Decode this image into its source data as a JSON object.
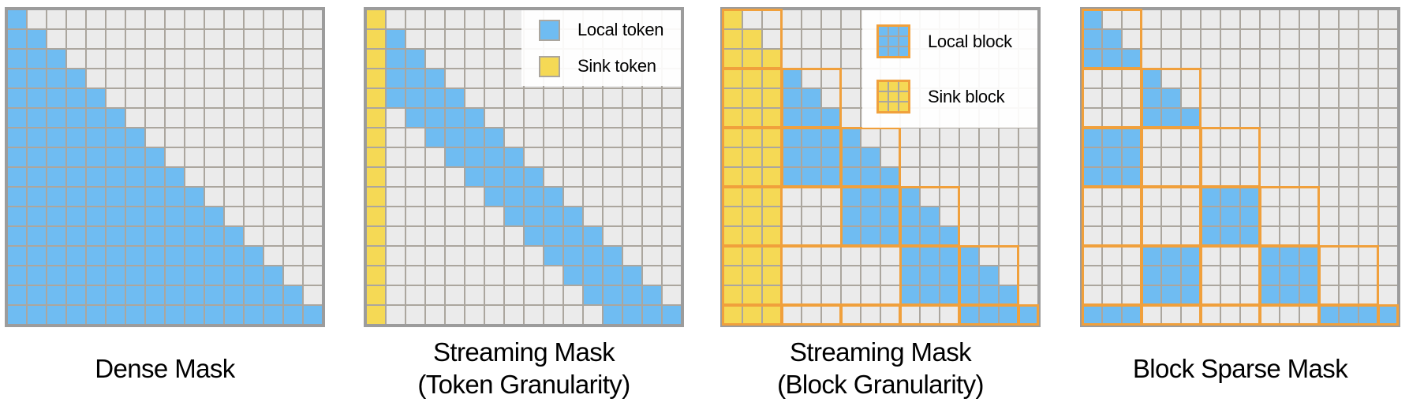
{
  "figure": {
    "colors": {
      "blue": "#6FBCF2",
      "yellow": "#F5D955",
      "empty": "#EBEBEB",
      "grid_line": "#ABA69E",
      "panel_border": "#9C9C9C",
      "orange": "#F0A03C",
      "legend_bg": "rgba(255,255,255,0.92)",
      "caption_text": "#000000"
    },
    "cell_key": {
      "B": "local (blue)",
      "Y": "sink (yellow)",
      ".": "masked (empty grey)"
    },
    "panels": [
      {
        "id": "dense-mask",
        "caption_lines": [
          "Dense Mask"
        ],
        "grid_size": 16,
        "rows": [
          "B...............",
          "BB..............",
          "BBB.............",
          "BBBB............",
          "BBBBB...........",
          "BBBBBB..........",
          "BBBBBBB.........",
          "BBBBBBBB........",
          "BBBBBBBBB.......",
          "BBBBBBBBBB......",
          "BBBBBBBBBBB.....",
          "BBBBBBBBBBBB....",
          "BBBBBBBBBBBBB...",
          "BBBBBBBBBBBBBB..",
          "BBBBBBBBBBBBBBB.",
          "BBBBBBBBBBBBBBBB"
        ],
        "orange_rects": [],
        "legend": null
      },
      {
        "id": "streaming-mask-token-granularity",
        "caption_lines": [
          "Streaming Mask",
          "(Token Granularity)"
        ],
        "grid_size": 16,
        "rows": [
          "Y...............",
          "YB..............",
          "YBB.............",
          "YBBB............",
          "YBBBB...........",
          "Y.BBBB..........",
          "Y..BBBB.........",
          "Y...BBBB........",
          "Y....BBBB.......",
          "Y.....BBBB......",
          "Y......BBBB.....",
          "Y.......BBBB....",
          "Y........BBBB...",
          "Y.........BBBB..",
          "Y..........BBBB.",
          "Y...........BBBB"
        ],
        "orange_rects": [],
        "legend": {
          "type": "token",
          "items": [
            {
              "color_key": "blue",
              "label": "Local token"
            },
            {
              "color_key": "yellow",
              "label": "Sink token"
            }
          ]
        }
      },
      {
        "id": "streaming-mask-block-granularity",
        "caption_lines": [
          "Streaming Mask",
          "(Block Granularity)"
        ],
        "grid_size": 16,
        "block_size": 3,
        "rows": [
          "Y...............",
          "YY..............",
          "YYY.............",
          "YYYB............",
          "YYYBB...........",
          "YYYBBB..........",
          "YYYBBBB.........",
          "YYYBBBBB........",
          "YYYBBBBBB.......",
          "YYY...BBBB......",
          "YYY...BBBBB.....",
          "YYY...BBBBBB....",
          "YYY......BBBB...",
          "YYY......BBBBB..",
          "YYY......BBBBBB.",
          "YYY.........BBBB"
        ],
        "orange_rects": [
          [
            0,
            0,
            2,
            2
          ],
          [
            3,
            0,
            5,
            2
          ],
          [
            3,
            3,
            5,
            5
          ],
          [
            6,
            0,
            8,
            2
          ],
          [
            6,
            3,
            8,
            5
          ],
          [
            6,
            6,
            8,
            8
          ],
          [
            9,
            0,
            11,
            2
          ],
          [
            9,
            6,
            11,
            8
          ],
          [
            9,
            9,
            11,
            11
          ],
          [
            9,
            0,
            11,
            11
          ],
          [
            12,
            0,
            14,
            2
          ],
          [
            12,
            9,
            14,
            11
          ],
          [
            12,
            12,
            14,
            14
          ],
          [
            12,
            0,
            14,
            14
          ],
          [
            15,
            0,
            15,
            2
          ],
          [
            15,
            3,
            15,
            5
          ],
          [
            15,
            6,
            15,
            8
          ],
          [
            15,
            9,
            15,
            11
          ],
          [
            15,
            12,
            15,
            14
          ],
          [
            15,
            15,
            15,
            15
          ]
        ],
        "legend": {
          "type": "block",
          "items": [
            {
              "color_key": "blue",
              "label": "Local block"
            },
            {
              "color_key": "yellow",
              "label": "Sink block"
            }
          ]
        }
      },
      {
        "id": "block-sparse-mask",
        "caption_lines": [
          "Block Sparse Mask"
        ],
        "grid_size": 16,
        "block_size": 3,
        "rows": [
          "B...............",
          "BB..............",
          "BBB.............",
          "...B............",
          "...BB...........",
          "...BBB..........",
          "BBB.............",
          "BBB.............",
          "BBB.............",
          "......BBB.......",
          "......BBB.......",
          "......BBB.......",
          "...BBB...BBB....",
          "...BBB...BBB....",
          "...BBB...BBB....",
          "BBB.........BBBB"
        ],
        "orange_rects": [
          [
            0,
            0,
            2,
            2
          ],
          [
            3,
            0,
            5,
            2
          ],
          [
            3,
            3,
            5,
            5
          ],
          [
            6,
            0,
            8,
            2
          ],
          [
            6,
            3,
            8,
            5
          ],
          [
            6,
            6,
            8,
            8
          ],
          [
            9,
            0,
            11,
            2
          ],
          [
            9,
            3,
            11,
            5
          ],
          [
            9,
            6,
            11,
            8
          ],
          [
            9,
            9,
            11,
            11
          ],
          [
            12,
            0,
            14,
            2
          ],
          [
            12,
            3,
            14,
            5
          ],
          [
            12,
            6,
            14,
            8
          ],
          [
            12,
            9,
            14,
            11
          ],
          [
            12,
            12,
            14,
            14
          ],
          [
            15,
            0,
            15,
            2
          ],
          [
            15,
            3,
            15,
            5
          ],
          [
            15,
            6,
            15,
            8
          ],
          [
            15,
            9,
            15,
            11
          ],
          [
            15,
            12,
            15,
            14
          ],
          [
            15,
            15,
            15,
            15
          ]
        ],
        "legend": null
      }
    ]
  }
}
